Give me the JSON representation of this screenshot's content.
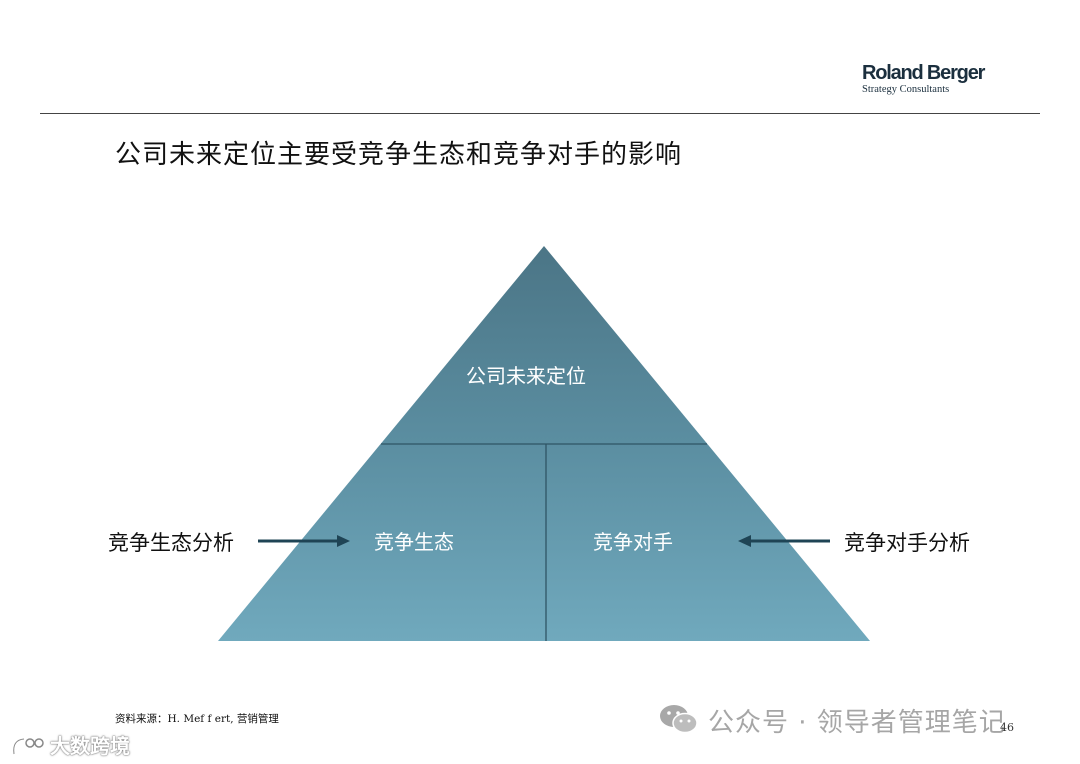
{
  "logo": {
    "name": "Roland Berger",
    "subtitle": "Strategy Consultants"
  },
  "title": "公司未来定位主要受竞争生态和竞争对手的影响",
  "pyramid": {
    "top_label": "公司未来定位",
    "bottom_left_label": "竞争生态",
    "bottom_right_label": "竞争对手",
    "colors": {
      "top": "#4f7d8f",
      "bottom": "#6aa3b6",
      "divider": "#2f5565"
    }
  },
  "side_labels": {
    "left": "竞争生态分析",
    "right": "竞争对手分析",
    "arrow_color": "#1f4455"
  },
  "source": "资料来源：H. Mef f ert, 营销管理",
  "watermarks": {
    "left": "大数跨境",
    "right": "公众号 · 领导者管理笔记"
  },
  "page_number": "46"
}
